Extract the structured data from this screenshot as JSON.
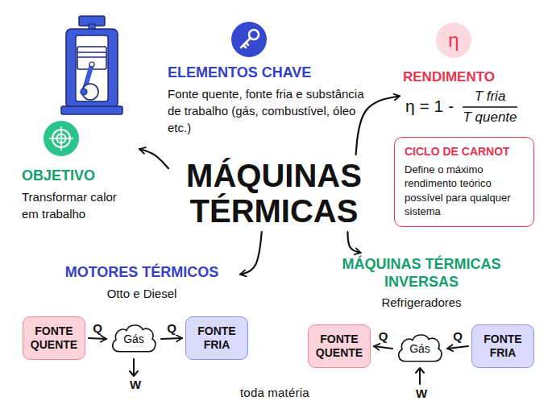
{
  "diagram": {
    "nodes": [
      {
        "text": [
          "ELEMENTOS CHAVE",
          "Fonte quente, fonte fria e substância de trabalho (gás, combustível, óleo etc.)"
        ]
      },
      {
        "text": [
          "RENDIMENTO"
        ]
      },
      {
        "text": [
          "CICLO DE CARNOT",
          "Define o máximo rendimento teórico possível para qualquer sistema"
        ]
      },
      {
        "text": [
          "OBJETIVO",
          "Transformar calor em trabalho"
        ]
      },
      {
        "text": [
          "MÁQUINAS TÉRMICAS"
        ]
      },
      {
        "text": [
          "MOTORES TÉRMICOS",
          "Otto e Diesel"
        ]
      },
      {
        "text": [
          "MÁQUINAS TÉRMICAS INVERSAS",
          "Refrigeradores"
        ]
      },
      {
        "text": [
          "FONTE QUENTE"
        ]
      },
      {
        "text": [
          "Gás"
        ]
      },
      {
        "text": [
          "FONTE FRIA"
        ]
      },
      {
        "text": [
          "FONTE QUENTE"
        ]
      },
      {
        "text": [
          "Gás"
        ]
      },
      {
        "text": [
          "FONTE FRIA"
        ]
      }
    ],
    "edges": [
      {
        "from": 4,
        "to": 3,
        "arrow": "to"
      },
      {
        "from": 4,
        "to": 1,
        "arrow": "to"
      },
      {
        "from": 4,
        "to": 5,
        "arrow": "to"
      },
      {
        "from": 4,
        "to": 6,
        "arrow": "to"
      },
      {
        "from": 7,
        "to": 8,
        "label": "Q",
        "arrow": "to"
      },
      {
        "from": 8,
        "to": 9,
        "label": "Q",
        "arrow": "to"
      },
      {
        "from": 12,
        "to": 11,
        "label": "Q",
        "arrow": "to"
      },
      {
        "from": 11,
        "to": 10,
        "label": "Q",
        "arrow": "to"
      }
    ],
    "labels": [
      "η",
      "η = 1 -",
      "T fria",
      "T quente",
      "W",
      "W",
      "toda matéria"
    ]
  }
}
